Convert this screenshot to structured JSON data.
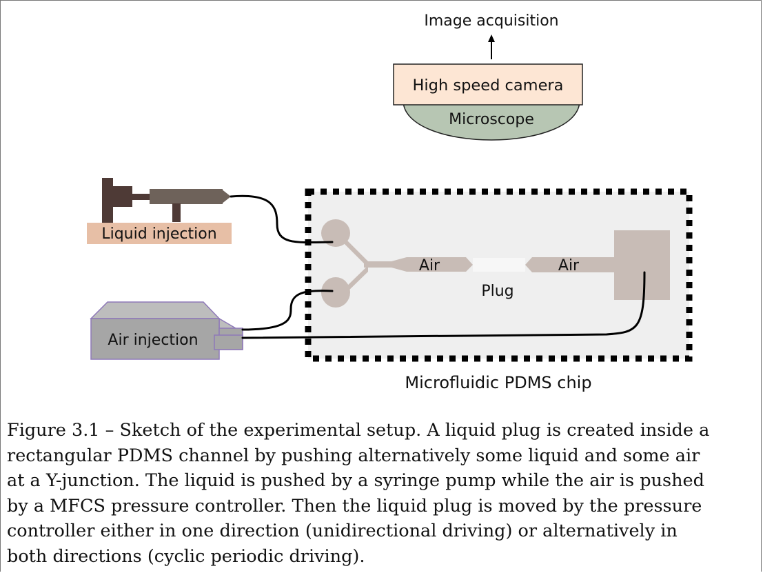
{
  "labels": {
    "image_acquisition": "Image acquisition",
    "camera": "High speed camera",
    "microscope": "Microscope",
    "liquid_injection": "Liquid injection",
    "air_injection": "Air injection",
    "air_left": "Air",
    "air_right": "Air",
    "plug": "Plug",
    "chip": "Microfluidic PDMS chip"
  },
  "caption": {
    "lines": [
      "Figure 3.1 – Sketch of the experimental setup. A liquid plug is created inside a",
      "rectangular PDMS channel by pushing alternatively some liquid and some air",
      "at a Y-junction. The liquid is pushed by a syringe pump while the air is pushed",
      "by a MFCS pressure controller. Then the liquid plug is moved by the pressure",
      "controller either in one direction (unidirectional driving) or alternatively in",
      "both directions (cyclic periodic driving)."
    ]
  },
  "colors": {
    "camera_fill": "#fde6d4",
    "microscope_fill": "#b7c6b3",
    "chip_fill": "#efefef",
    "channel_fill": "#c8bcb6",
    "liquid_label_bg": "#e7bfa6",
    "controller_fill": "#a6a6a6",
    "controller_stroke": "#8e78b8",
    "syringe_dark": "#4e3a36",
    "syringe_body": "#6e625a"
  }
}
